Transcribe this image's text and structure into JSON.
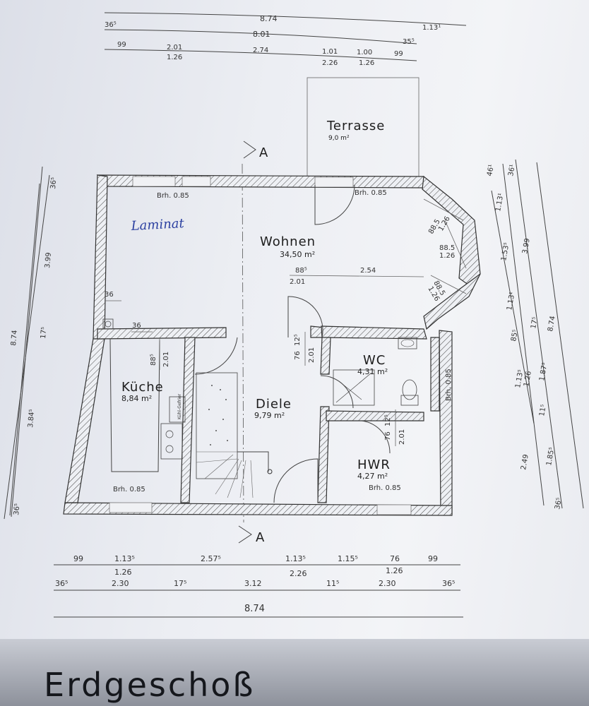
{
  "title": "Erdgeschoß",
  "handwritten_note": "Laminat",
  "section_marker": "A",
  "rooms": [
    {
      "name": "Wohnen",
      "area": "34,50 m²"
    },
    {
      "name": "Küche",
      "area": "8,84 m²"
    },
    {
      "name": "Diele",
      "area": "9,79 m²"
    },
    {
      "name": "WC",
      "area": "4,31 m²"
    },
    {
      "name": "HWR",
      "area": "4,27 m²"
    },
    {
      "name": "Terrasse",
      "area": "9,0 m²"
    }
  ],
  "sill_label": "Brh. 0.85",
  "top_dims": {
    "row1": "8.74",
    "row2": [
      "36⁵",
      "8.01",
      "35⁵",
      "1.13¹"
    ],
    "row3": [
      "99",
      "2.01",
      "2.74",
      "1.01",
      "1.00",
      "99"
    ],
    "row3_sub": [
      "1.26",
      "2.26",
      "1.26"
    ]
  },
  "bottom_dims": {
    "row1": [
      "99",
      "1.13⁵",
      "2.57⁵",
      "1.13⁵",
      "1.15⁵",
      "76",
      "99"
    ],
    "row1_sub": [
      "1.26",
      "2.26",
      "1.26"
    ],
    "row2": [
      "36⁵",
      "2.30",
      "17⁵",
      "3.12",
      "11⁵",
      "2.30",
      "36⁵"
    ],
    "row3": "8.74"
  },
  "left_dims": [
    "8.74",
    "36⁵",
    "3.99",
    "17⁵",
    "3.84⁵",
    "36⁵"
  ],
  "right_dims": {
    "outer": [
      "8.74"
    ],
    "col3": [
      "36¹",
      "3.99",
      "17⁵",
      "1.87⁵",
      "1.85⁵",
      "36⁵"
    ],
    "col2": [
      "46¹",
      "1.53⁵",
      "1.13¹",
      "85⁵",
      "1.26",
      "11⁵",
      "2.49"
    ],
    "col1": [
      "1.13¹",
      "1.13⁵"
    ]
  },
  "interior_dims": {
    "wohnen_window": [
      "88⁵",
      "2.01",
      "2.54"
    ],
    "bay": [
      "88.5",
      "1.26",
      "88.5",
      "1.26",
      "88.5",
      "1.26"
    ],
    "kueche_door": [
      "88⁵",
      "2.01"
    ],
    "diele_door": [
      "76",
      "12⁵",
      "2.01"
    ],
    "hwr_door": [
      "76",
      "12⁵",
      "2.01"
    ],
    "wall_36": [
      "36",
      "36"
    ],
    "wc_sill": "Brh. 0.85"
  },
  "fridge_label": "Kühl-Gefrier"
}
